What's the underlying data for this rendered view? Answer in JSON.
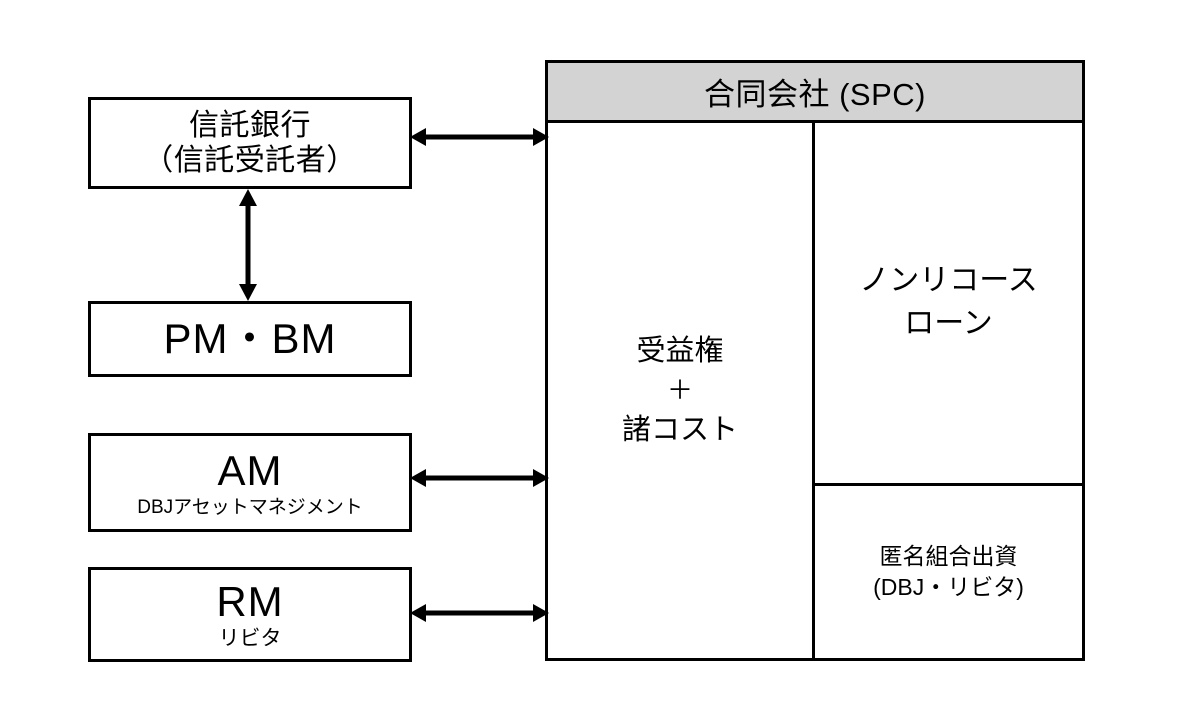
{
  "diagram": {
    "title_implicit": "不動産証券化スキーム図",
    "background_color": "#ffffff",
    "line_color": "#000000",
    "header_fill_color": "#d3d3d3"
  },
  "left_entities": [
    {
      "id": "trust-bank",
      "line1": "信託銀行",
      "line2": "（信託受託者）"
    },
    {
      "id": "pm-bm",
      "line1": "PM・BM"
    },
    {
      "id": "am",
      "line1": "AM",
      "line2": "DBJアセットマネジメント"
    },
    {
      "id": "rm",
      "line1": "RM",
      "line2": "リビタ"
    }
  ],
  "spc": {
    "header": "合同会社 (SPC)",
    "left_cell": {
      "line1": "受益権",
      "line2": "＋",
      "line3": "諸コスト"
    },
    "right_cells": [
      {
        "id": "non-recourse-loan",
        "line1": "ノンリコース",
        "line2": "ローン"
      },
      {
        "id": "tk-equity",
        "line1": "匿名組合出資",
        "line2": "(DBJ・リビタ)"
      }
    ]
  },
  "connectors": [
    {
      "id": "trust-bank-to-spc",
      "type": "double-arrow-horizontal",
      "from": "trust-bank",
      "to": "spc"
    },
    {
      "id": "trust-bank-to-pm-bm",
      "type": "double-arrow-vertical",
      "from": "trust-bank",
      "to": "pm-bm"
    },
    {
      "id": "am-to-spc",
      "type": "double-arrow-horizontal",
      "from": "am",
      "to": "spc"
    },
    {
      "id": "rm-to-spc",
      "type": "double-arrow-horizontal",
      "from": "rm",
      "to": "spc"
    }
  ]
}
